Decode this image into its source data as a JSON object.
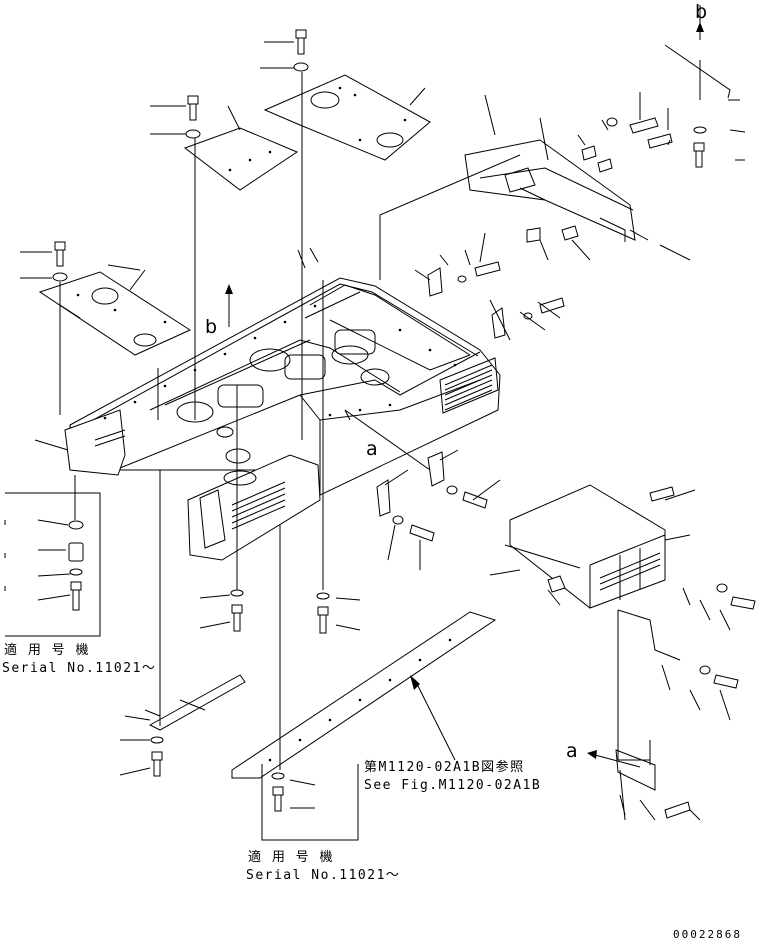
{
  "notes": {
    "left_jp": "適 用 号 機",
    "left_serial": "Serial No.11021～",
    "bottom_jp": "適 用 号 機",
    "bottom_serial": "Serial No.11021～",
    "see_fig_jp": "第M1120-02A1B図参照",
    "see_fig_en": "See Fig.M1120-02A1B"
  },
  "view_labels": {
    "b_top": "b",
    "b_mid": "b",
    "a_mid": "a",
    "a_bottom": "a"
  },
  "drawing_number": "00022868"
}
